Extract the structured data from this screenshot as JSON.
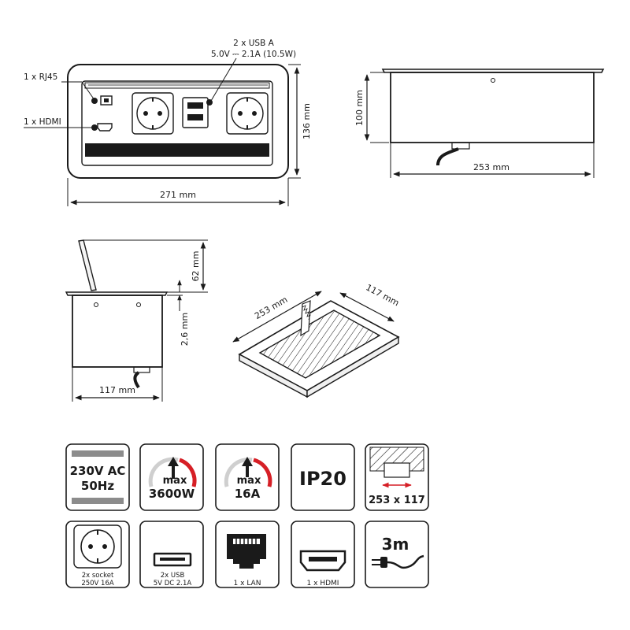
{
  "front_view": {
    "usb_label": "2 x USB  A",
    "usb_spec": "5.0V ⎓ 2.1A (10.5W)",
    "rj45_label": "1 x RJ45",
    "hdmi_label": "1 x HDMI",
    "width_dim": "271 mm",
    "height_dim": "136 mm"
  },
  "side_view_top_right": {
    "height_dim": "100 mm",
    "width_dim": "253 mm"
  },
  "side_view_open": {
    "lid_dim": "62 mm",
    "flange_dim": "2,6 mm",
    "width_dim": "117 mm"
  },
  "cutout_view": {
    "length_dim": "253 mm",
    "width_dim": "117 mm"
  },
  "feature_icons": [
    {
      "line1": "230V AC",
      "line2": "50Hz"
    },
    {
      "line1": "max",
      "line2": "3600W"
    },
    {
      "line1": "max",
      "line2": "16A"
    },
    {
      "line1": "IP20"
    },
    {
      "line1": "253 x 117"
    },
    {
      "line1": "2x socket",
      "line2": "250V 16A"
    },
    {
      "line1": "2x USB",
      "line2": "5V DC 2.1A"
    },
    {
      "line1": "1 x LAN"
    },
    {
      "line1": "1 x HDMI"
    },
    {
      "line1": "3m"
    }
  ],
  "colors": {
    "stroke": "#1a1a1a",
    "gray": "#8c8c8c",
    "light_gray": "#cfcfcf",
    "red": "#d61f26"
  }
}
